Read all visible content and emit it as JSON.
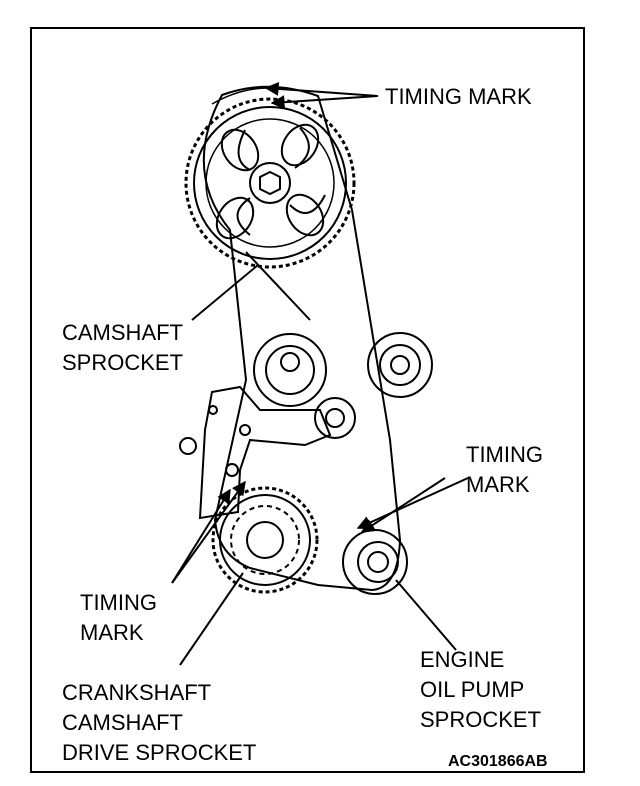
{
  "labels": {
    "timing_mark_top": "TIMING MARK",
    "camshaft_sprocket": [
      "CAMSHAFT",
      "SPROCKET"
    ],
    "timing_mark_right": [
      "TIMING",
      "MARK"
    ],
    "timing_mark_left": [
      "TIMING",
      "MARK"
    ],
    "crankshaft_sprocket": [
      "CRANKSHAFT",
      "CAMSHAFT",
      "DRIVE SPROCKET"
    ],
    "oil_pump_sprocket": [
      "ENGINE",
      "OIL PUMP",
      "SPROCKET"
    ]
  },
  "figure_code": "AC301866AB",
  "colors": {
    "line": "#000000",
    "background": "#ffffff"
  }
}
